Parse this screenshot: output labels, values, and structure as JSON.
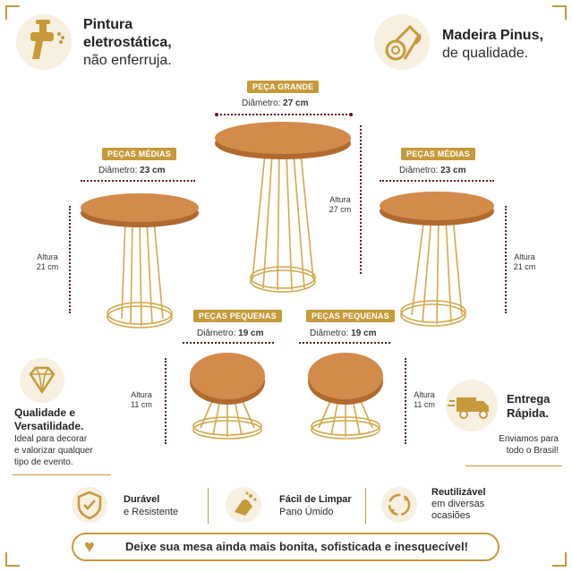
{
  "top_left": {
    "line1": "Pintura",
    "line2": "eletrostática,",
    "line3": "não enferruja."
  },
  "top_right": {
    "line1": "Madeira Pinus,",
    "line2": "de qualidade."
  },
  "large": {
    "badge": "PEÇA GRANDE",
    "diam_label": "Diâmetro:",
    "diam_value": "27 cm",
    "alt_label": "Altura",
    "alt_value": "27 cm"
  },
  "medium_left": {
    "badge": "PEÇAS MÉDIAS",
    "diam_label": "Diâmetro:",
    "diam_value": "23 cm",
    "alt_label": "Altura",
    "alt_value": "21 cm"
  },
  "medium_right": {
    "badge": "PEÇAS MÉDIAS",
    "diam_label": "Diâmetro:",
    "diam_value": "23 cm",
    "alt_label": "Altura",
    "alt_value": "21 cm"
  },
  "small_left": {
    "badge": "PEÇAS PEQUENAS",
    "diam_label": "Diâmetro:",
    "diam_value": "19 cm",
    "alt_label": "Altura",
    "alt_value": "11 cm"
  },
  "small_right": {
    "badge": "PEÇAS PEQUENAS",
    "diam_label": "Diâmetro:",
    "diam_value": "19 cm",
    "alt_label": "Altura",
    "alt_value": "11 cm"
  },
  "quality": {
    "title1": "Qualidade e",
    "title2": "Versatilidade.",
    "desc1": "Ideal para decorar",
    "desc2": "e valorizar qualquer",
    "desc3": "tipo de evento."
  },
  "delivery": {
    "title1": "Entrega",
    "title2": "Rápida.",
    "desc1": "Enviamos para",
    "desc2": "todo o Brasil!"
  },
  "features": [
    {
      "title": "Durável",
      "desc": "e Resistente"
    },
    {
      "title": "Fácil de Limpar",
      "desc": "Pano Úmido"
    },
    {
      "title": "Reutilizável",
      "desc": "em diversas ocasiões"
    }
  ],
  "bottom_text": "Deixe sua mesa ainda mais bonita, sofisticada e inesquecível!",
  "colors": {
    "gold": "#c69a3a",
    "wood": "#c97a3c",
    "line": "#5a1e1e"
  }
}
